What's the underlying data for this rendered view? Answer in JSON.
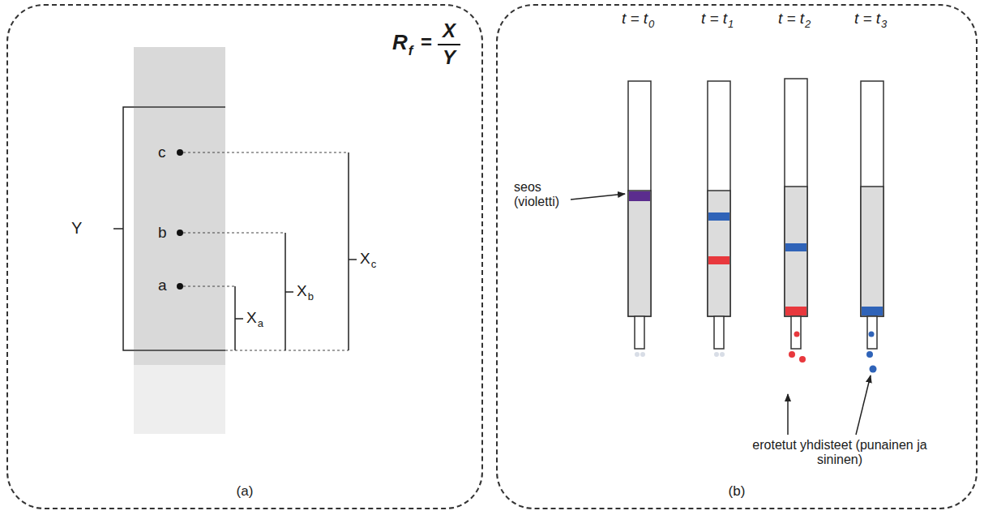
{
  "diagram": {
    "nodes": [
      {
        "text": [
          "(a)"
        ]
      },
      {
        "text": [
          "(b)"
        ]
      }
    ],
    "labels": [
      "R",
      "f",
      "=",
      "X",
      "Y",
      "c",
      "b",
      "a",
      "Y",
      "X",
      "a",
      "X",
      "b",
      "X",
      "c",
      "t = t",
      "0",
      "t = t",
      "1",
      "t = t",
      "2",
      "t = t",
      "3",
      "seos (violetti)",
      "erotetut yhdisteet (punainen ja sininen)"
    ]
  }
}
